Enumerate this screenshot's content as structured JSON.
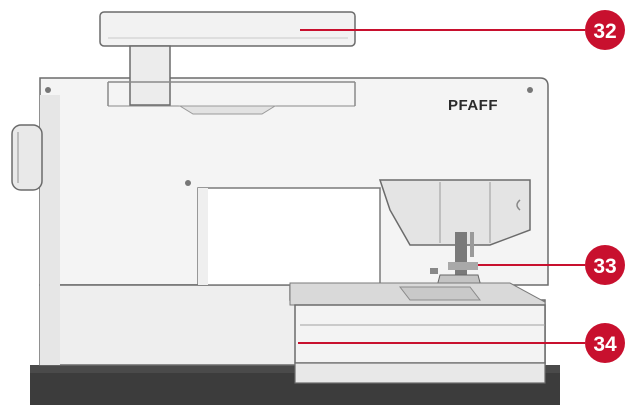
{
  "brand_label": "PFAFF",
  "callouts": [
    {
      "number": "32"
    },
    {
      "number": "33"
    },
    {
      "number": "34"
    }
  ],
  "colors": {
    "callout": "#c8102e",
    "machine_body": "#f4f4f4",
    "machine_outline": "#6b6b6b",
    "base": "#3c3c3c"
  }
}
